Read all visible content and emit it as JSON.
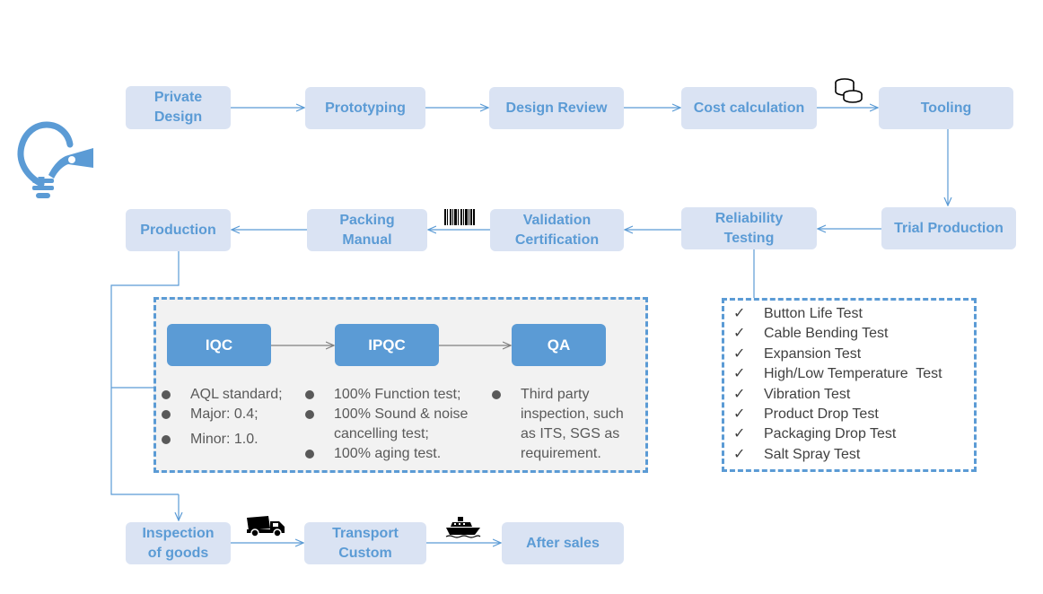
{
  "steps": {
    "private_design": "Private\nDesign",
    "prototyping": "Prototyping",
    "design_review": "Design Review",
    "cost_calculation": "Cost calculation",
    "tooling": "Tooling",
    "trial_production": "Trial Production",
    "reliability_testing": "Reliability\nTesting",
    "validation_certification": "Validation\nCertification",
    "packing_manual": "Packing\nManual",
    "production": "Production",
    "inspection_of_goods": "Inspection\nof goods",
    "transport_custom": "Transport\nCustom",
    "after_sales": "After sales"
  },
  "quality": {
    "stages": [
      "IQC",
      "IPQC",
      "QA"
    ],
    "iqc_items": [
      "AQL standard;",
      "Major: 0.4;",
      "Minor: 1.0."
    ],
    "ipqc_items": [
      "100% Function test;",
      "100% Sound & noise\ncancelling test;",
      "100% aging test."
    ],
    "qa_items": [
      "Third party\ninspection, such\nas ITS, SGS as\nrequirement."
    ]
  },
  "tests": {
    "check_mark": "✓",
    "items": [
      "Button Life Test",
      "Cable Bending Test",
      "Expansion Test",
      "High/Low Temperature  Test",
      "Vibration Test",
      "Product Drop Test",
      "Packaging Drop Test",
      "Salt Spray Test"
    ]
  },
  "icons": {
    "lightbulb": "lightbulb-icon",
    "coins": "coins-icon",
    "barcode": "barcode-icon",
    "truck": "truck-icon",
    "ship": "ship-icon"
  },
  "colors": {
    "accent": "#5b9bd5",
    "node_fill": "#dae3f3",
    "panel_fill": "#f2f2f2"
  }
}
